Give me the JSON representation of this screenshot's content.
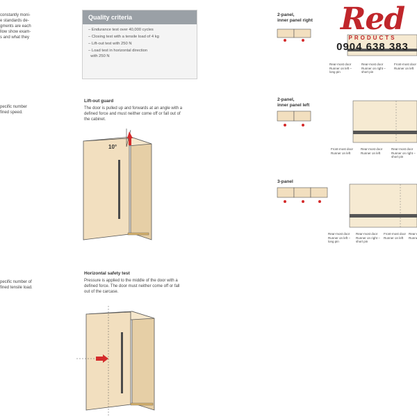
{
  "left_column": {
    "intro_lines": [
      "constantly moni-",
      "e standards de-",
      "gments are each",
      "llow show exam-",
      "s and what they"
    ],
    "speed_lines": [
      "pecific number",
      "fined speed."
    ],
    "load_lines": [
      "pecific number of",
      "fined tensile load."
    ]
  },
  "quality_criteria": {
    "title": "Quality criteria",
    "items": [
      "Endurance test over 40,000 cycles",
      "Closing test with a tensile load of 4 kg",
      "Lift-out test with 250 N",
      "Load test in horizontal direction",
      "with 250 N"
    ]
  },
  "lift_out": {
    "heading": "Lift-out guard",
    "lines": [
      "The door is pulled up and forwards at an angle with a",
      "defined force and must neither come off or fall out of",
      "the cabinet."
    ],
    "angle_label": "10°"
  },
  "horizontal": {
    "heading": "Horizontal safety test",
    "lines": [
      "Pressure is applied to the middle of the door with a",
      "defined force. The door must neither come off or fall",
      "out of the carcase."
    ]
  },
  "panels": {
    "two_right": {
      "title_lines": [
        "2-panel,",
        "inner panel right"
      ],
      "labels": [
        [
          "Rear-most door",
          "Runner on left –",
          "long pin"
        ],
        [
          "Rear-most door",
          "Runner on right –",
          "short pin"
        ],
        [
          "Front-most door",
          "Runner on left"
        ]
      ]
    },
    "two_left": {
      "title_lines": [
        "2-panel,",
        "inner panel left"
      ],
      "labels": [
        [
          "Front-most door",
          "Runner on left"
        ],
        [
          "Rear-most door",
          "Runner on left"
        ],
        [
          "Rear-most door",
          "Runner on right –",
          "short pin"
        ]
      ]
    },
    "three": {
      "title_lines": [
        "3-panel"
      ],
      "labels": [
        [
          "Rear-most door",
          "Runner on left –",
          "long pin"
        ],
        [
          "Rear-most door",
          "Runner on right –",
          "short pin"
        ],
        [
          "Front-most door",
          "Runner on left"
        ],
        [
          "Rear-most door",
          "Runner on right"
        ]
      ]
    }
  },
  "logo": {
    "brand": "Red",
    "sub": "PRODUCTS",
    "phone": "0904 638 383"
  },
  "colors": {
    "panel_fill": "#f2dfbf",
    "panel_stroke": "#555555",
    "arrow_red": "#d42b2b",
    "brand_red": "#c0262b",
    "quality_header": "#9aa0a6"
  }
}
